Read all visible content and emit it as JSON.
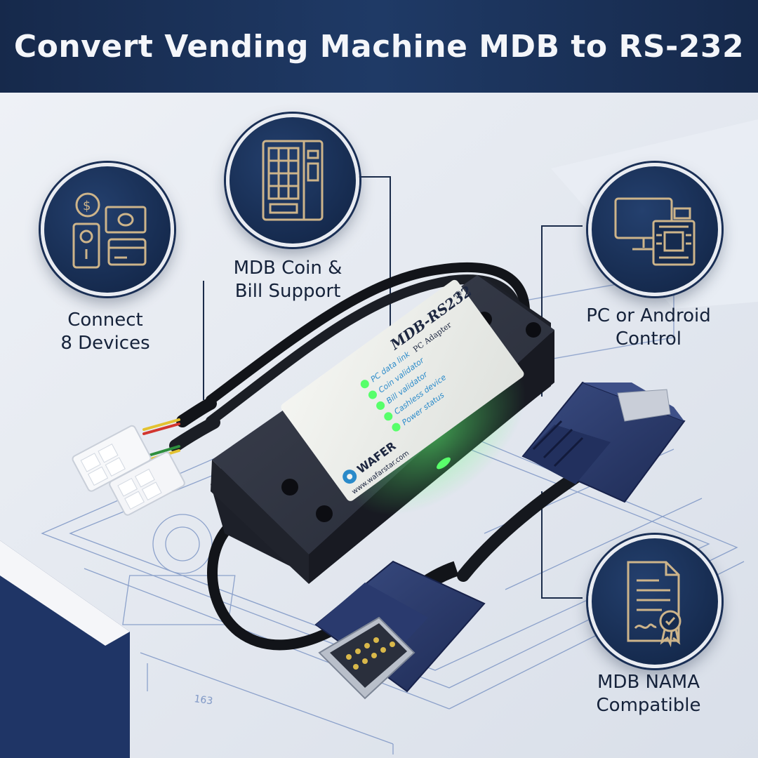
{
  "banner": {
    "title": "Convert Vending Machine MDB to RS-232"
  },
  "features": {
    "devices": {
      "line1": "Connect",
      "line2": "8 Devices",
      "icon": "coin-bill-card-icon"
    },
    "coin_bill": {
      "line1": "MDB Coin &",
      "line2": "Bill Support",
      "icon": "vending-machine-icon"
    },
    "control": {
      "line1": "PC or Android",
      "line2": "Control",
      "icon": "computer-board-icon"
    },
    "nama": {
      "line1": "MDB NAMA",
      "line2": "Compatible",
      "icon": "certificate-icon"
    }
  },
  "adapter": {
    "model": "MDB-RS232",
    "registered": "®",
    "subtitle": "PC Adapter",
    "leds": [
      "PC data link",
      "Coin validator",
      "Bill validator",
      "Cashless device",
      "Power status"
    ],
    "brand": "WAFER",
    "website": "www.wafarstar.com"
  },
  "blueprint": {
    "dimension": "163"
  },
  "colors": {
    "banner": "#1a315a",
    "circle": "#1a3158",
    "icon_gold": "#cdb48a",
    "led_green": "#48ff62",
    "connector_blue": "#28386a"
  }
}
